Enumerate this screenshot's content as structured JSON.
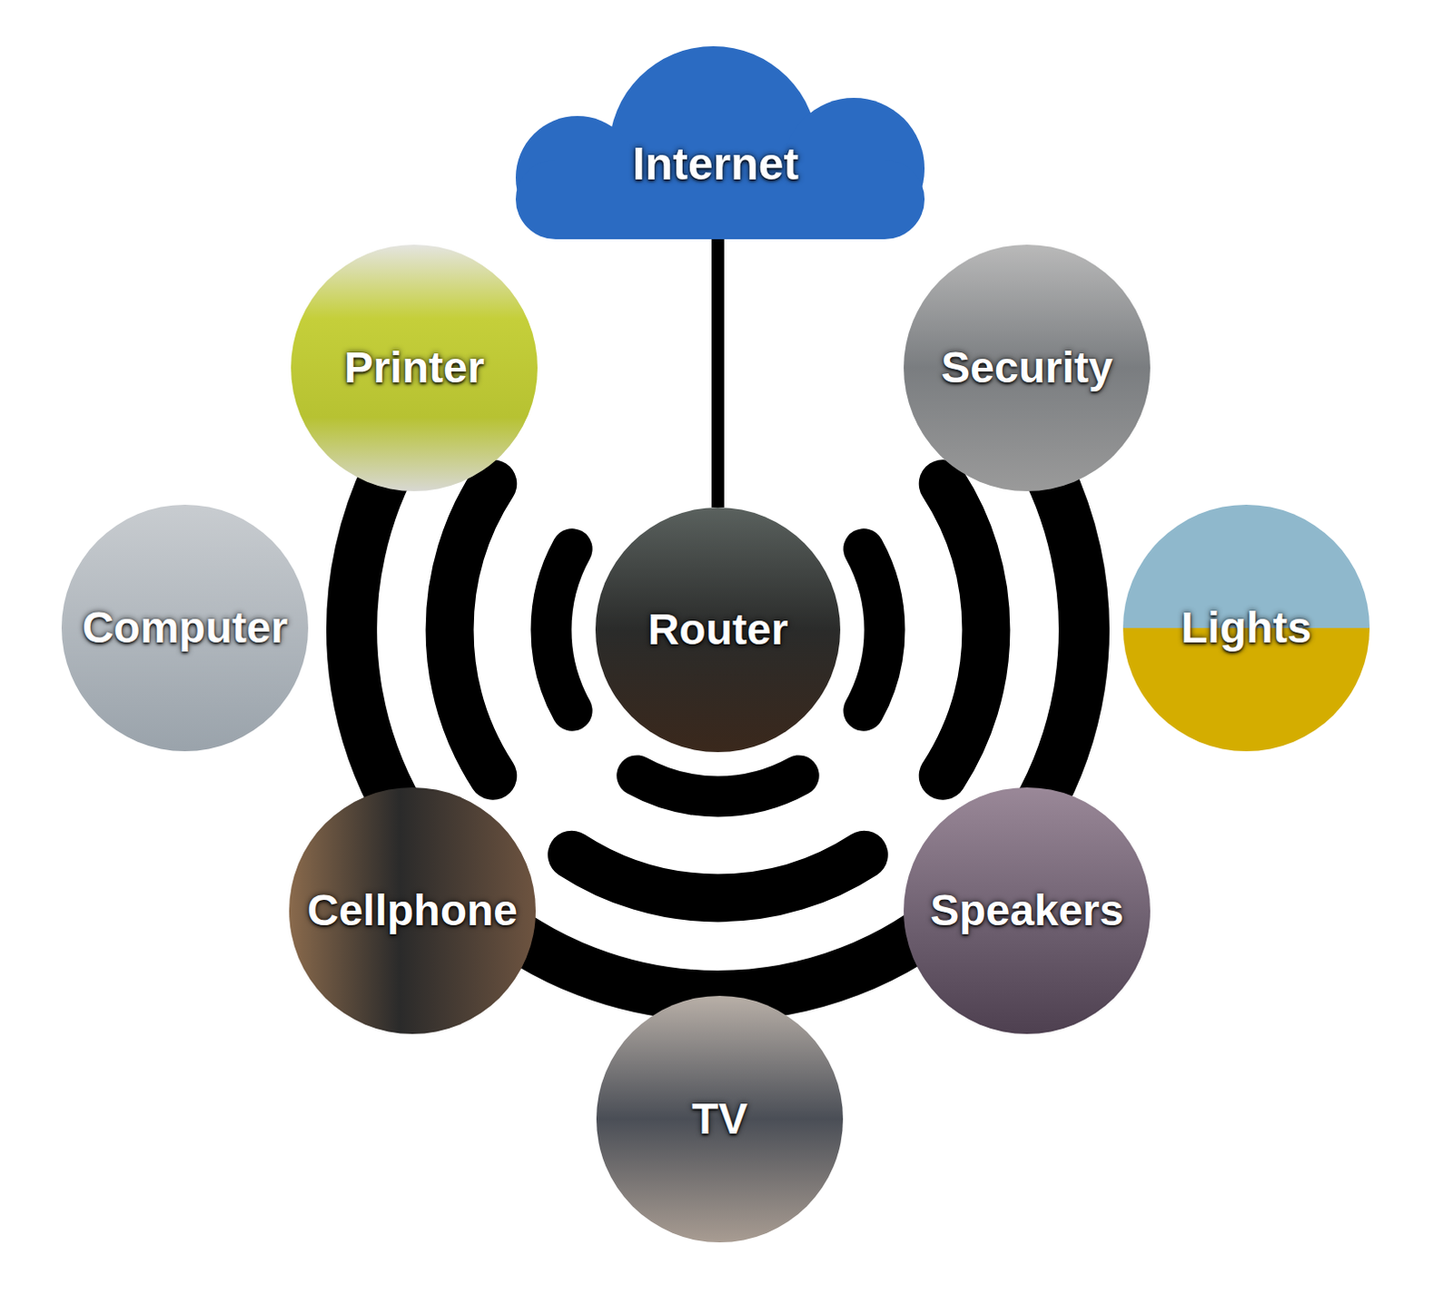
{
  "diagram": {
    "nodes": [
      {
        "text": [
          "Internet"
        ]
      },
      {
        "text": [
          "Printer"
        ]
      },
      {
        "text": [
          "Security"
        ]
      },
      {
        "text": [
          "Computer"
        ]
      },
      {
        "text": [
          "Router"
        ]
      },
      {
        "text": [
          "Lights"
        ]
      },
      {
        "text": [
          "Cellphone"
        ]
      },
      {
        "text": [
          "Speakers"
        ]
      },
      {
        "text": [
          "TV"
        ]
      }
    ],
    "edges": [
      {
        "from": 0,
        "to": 4,
        "arrow": "none"
      }
    ]
  }
}
